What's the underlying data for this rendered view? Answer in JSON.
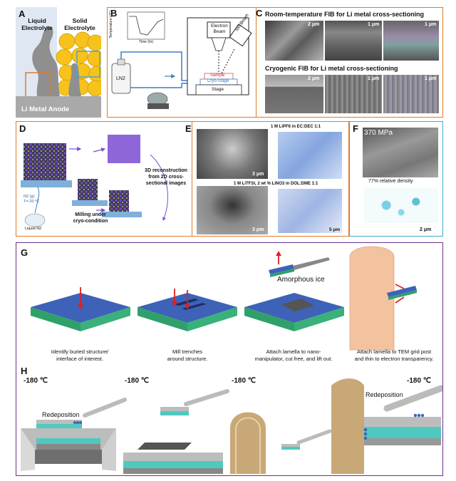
{
  "panelA": {
    "label": "A",
    "liquid": "Liquid\nElectrolyte",
    "solid": "Solid\nElectrolyte",
    "anode": "Li Metal Anode",
    "colors": {
      "liquid_bg": "#dfe8f2",
      "solid_bg": "#ffffff",
      "spheres": "#f7c21b",
      "anode": "#a9a9a9",
      "box_orange": "#e07b2a"
    }
  },
  "panelB": {
    "label": "B",
    "ln2": "LN2",
    "electron_beam": "Electron\nBeam",
    "ion_beam": "Ion Beam",
    "sample": "Sample",
    "cryo_stage": "Cryo-Stage",
    "stage": "Stage",
    "plot_ylabel": "Temperature (°C)",
    "plot_xlabel": "Time (hr)"
  },
  "panelC": {
    "label": "C",
    "title_rt": "Room-temperature FIB for Li metal cross-sectioning",
    "title_cryo": "Cryogenic FIB for Li metal cross-sectioning",
    "scales_rt": [
      "2 μm",
      "1 μm",
      "1 μm"
    ],
    "scales_cryo": [
      "2 μm",
      "1 μm",
      "1 μm"
    ]
  },
  "panelD": {
    "label": "D",
    "milling": "Milling under\ncryo-condition",
    "recon": "3D reconstruction\nfrom 2D cross-\nsectional images",
    "liquid_n2": "Liquid N2",
    "n2g": "N2 (g)\nT=-20 °C"
  },
  "panelE": {
    "label": "E",
    "cond1": "1 M LiPF6 in EC:DEC 1:1",
    "cond2": "1 M LiTFSI, 2 wt % LiNO3 in DOL:DME 1:1",
    "scale1": "3 μm",
    "scale2": "3 μm",
    "scale3": "5 μm"
  },
  "panelF": {
    "label": "F",
    "pressure": "370 MPa",
    "density": "77% relative density",
    "scale": "2 μm"
  },
  "panelG": {
    "label": "G",
    "amorphous": "Amorphous ice",
    "steps": [
      "Identify buried structure/\ninterface of interest.",
      "Mill trenches\naround structure.",
      "Attach lamella to nano-\nmanipulator, cut free, and lift out.",
      "Attach lamella to TEM grid post\nand thin to electron transparency."
    ]
  },
  "panelH": {
    "label": "H",
    "temps": [
      "-180 ℃",
      "-180 ℃",
      "-180 ℃",
      "-180 ℃"
    ],
    "redeposition1": "Redeposition",
    "redeposition2": "Redeposition"
  }
}
